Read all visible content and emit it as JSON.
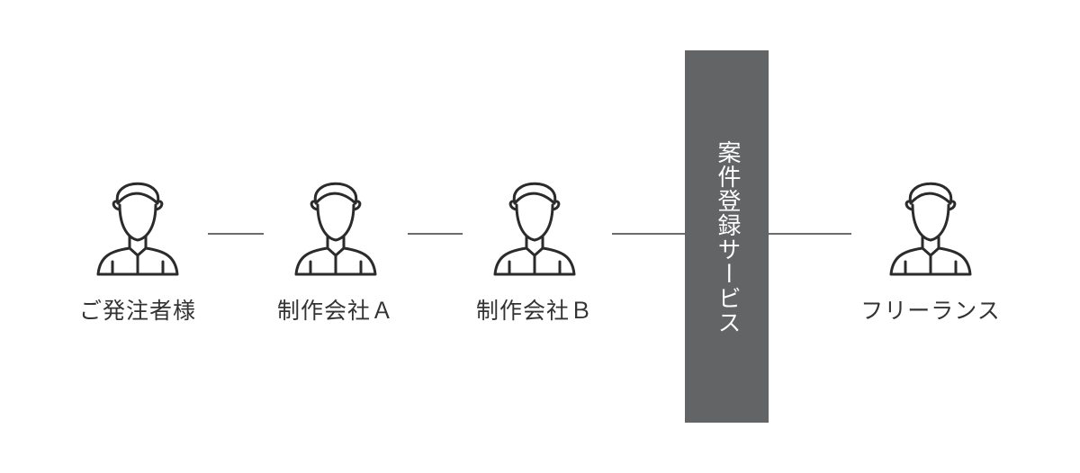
{
  "nodes": [
    {
      "label": "ご発注者様",
      "icon": "person-icon"
    },
    {
      "label": "制作会社Ａ",
      "icon": "person-icon"
    },
    {
      "label": "制作会社Ｂ",
      "icon": "person-icon"
    },
    {
      "label": "フリーランス",
      "icon": "person-icon"
    }
  ],
  "service": {
    "label": "案件登録サービス"
  },
  "colors": {
    "icon_stroke": "#2b2b2b",
    "line": "#6b6b6b",
    "service_bar": "#636466",
    "service_text": "#ffffff",
    "label_text": "#333333"
  }
}
